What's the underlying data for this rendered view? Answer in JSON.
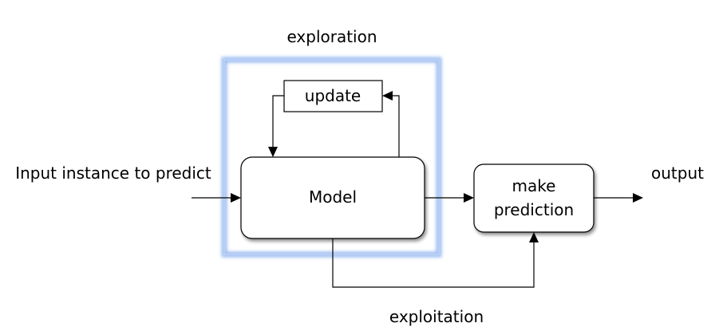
{
  "diagram": {
    "exploration_label": "exploration",
    "exploitation_label": "exploitation",
    "input_label": "Input instance to predict",
    "output_label": "output",
    "update_label": "update",
    "model_label": "Model",
    "prediction_line1": "make",
    "prediction_line2": "prediction",
    "highlight_color": "#7ea6e6"
  }
}
